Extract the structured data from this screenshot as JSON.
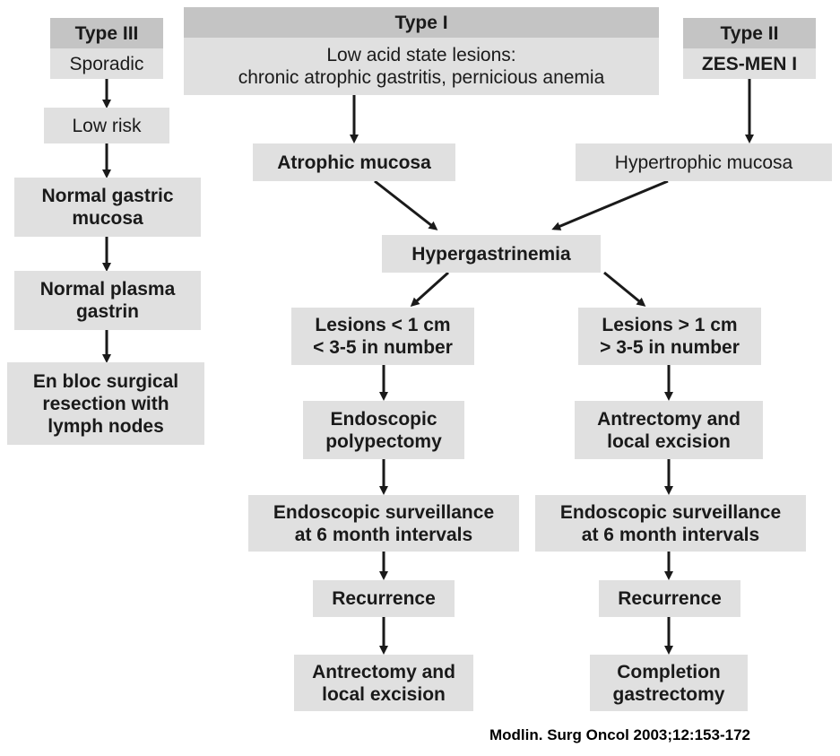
{
  "type3": {
    "title": "Type III",
    "subtitle": "Sporadic",
    "steps": [
      [
        "Low risk"
      ],
      [
        "Normal gastric",
        "mucosa"
      ],
      [
        "Normal plasma",
        "gastrin"
      ],
      [
        "En bloc surgical",
        "resection with",
        "lymph nodes"
      ]
    ]
  },
  "type1": {
    "title": "Type I",
    "subtitle_lines": [
      "Low acid state lesions:",
      "chronic atrophic gastritis, pernicious anemia"
    ],
    "mucosa": "Atrophic mucosa"
  },
  "type2": {
    "title": "Type II",
    "subtitle": "ZES-MEN I",
    "mucosa": "Hypertrophic mucosa"
  },
  "hypergastrinemia": "Hypergastrinemia",
  "left_branch": {
    "lesions": [
      "Lesions < 1 cm",
      "< 3-5 in number"
    ],
    "treatment": [
      "Endoscopic",
      "polypectomy"
    ],
    "surveillance": [
      "Endoscopic surveillance",
      "at 6 month intervals"
    ],
    "recurrence": "Recurrence",
    "final": [
      "Antrectomy and",
      "local excision"
    ]
  },
  "right_branch": {
    "lesions": [
      "Lesions > 1 cm",
      "> 3-5 in number"
    ],
    "treatment": [
      "Antrectomy and",
      "local excision"
    ],
    "surveillance": [
      "Endoscopic surveillance",
      "at 6 month intervals"
    ],
    "recurrence": "Recurrence",
    "final": [
      "Completion",
      "gastrectomy"
    ]
  },
  "citation": "Modlin. Surg Oncol 2003;12:153-172",
  "colors": {
    "box_fill": "#e0e0e0",
    "header_fill": "#c4c4c4",
    "arrow": "#1a1a1a"
  }
}
